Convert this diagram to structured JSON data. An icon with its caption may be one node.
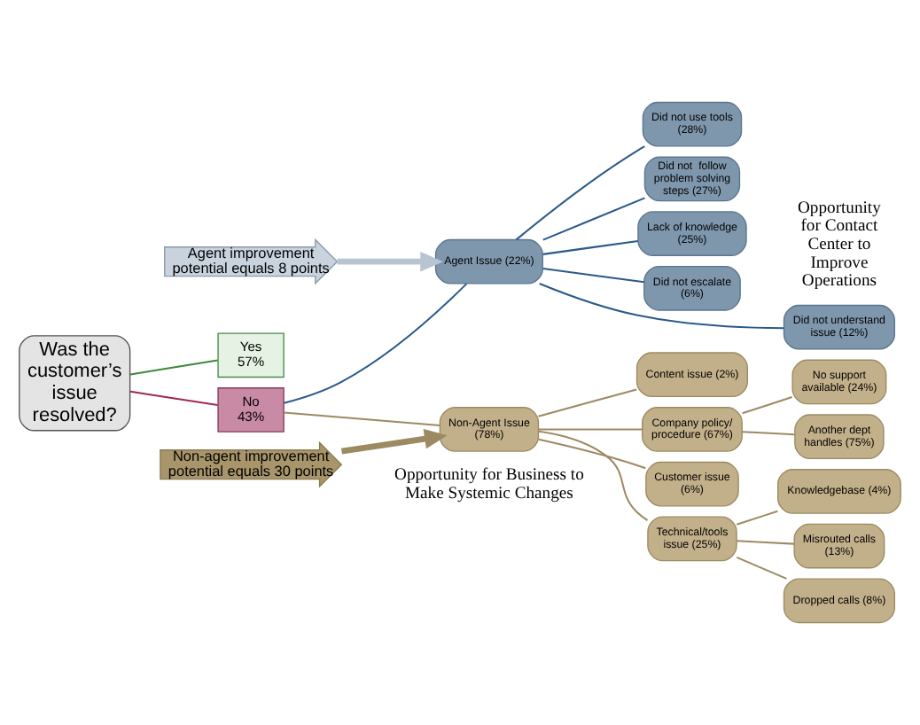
{
  "diagram": {
    "nodes": [
      {
        "text": [
          "Was the customer’s issue resolved?"
        ]
      },
      {
        "text": [
          "No",
          "43%"
        ]
      },
      {
        "text": [
          "Yes",
          "57%"
        ]
      },
      {
        "text": [
          "Agent improvement potential equals 8 points"
        ]
      },
      {
        "text": [
          "Agent Issue (22%)"
        ]
      },
      {
        "text": [
          "Did not understand issue (12%)"
        ]
      },
      {
        "text": [
          "Did not use tools (28%)"
        ]
      },
      {
        "text": [
          "Did not  follow problem solving steps (27%)"
        ]
      },
      {
        "text": [
          "Lack of knowledge (25%)"
        ]
      },
      {
        "text": [
          "Did not escalate (6%)"
        ]
      },
      {
        "text": [
          "Non-agent improvement potential equals 30 points"
        ]
      },
      {
        "text": [
          "Non-Agent Issue (78%)"
        ]
      },
      {
        "text": [
          "Company policy/ procedure (67%)"
        ]
      },
      {
        "text": [
          "Customer issue (6%)"
        ]
      },
      {
        "text": [
          "Technical/tools issue (25%)"
        ]
      },
      {
        "text": [
          "Content issue (2%)"
        ]
      },
      {
        "text": [
          "Another dept handles (75%)"
        ]
      },
      {
        "text": [
          "No support available (24%)"
        ]
      },
      {
        "text": [
          "Misrouted calls (13%)"
        ]
      },
      {
        "text": [
          "Dropped calls (8%)"
        ]
      },
      {
        "text": [
          "Knowledgebase (4%)"
        ]
      }
    ],
    "edges": [
      {
        "from": 0,
        "to": 1,
        "arrow": "none",
        "color": "#a02858"
      },
      {
        "from": 0,
        "to": 2,
        "arrow": "none",
        "color": "#3a8a3a"
      },
      {
        "from": 1,
        "to": 4,
        "arrow": "none",
        "color": "#2a5a8a"
      },
      {
        "from": 1,
        "to": 11,
        "arrow": "none"
      },
      {
        "from": 3,
        "to": 4,
        "arrow": "to",
        "style": "thick",
        "color": "#b8c4d2"
      },
      {
        "from": 4,
        "to": 5,
        "arrow": "none",
        "color": "#2a5a8a"
      },
      {
        "from": 4,
        "to": 6,
        "arrow": "none",
        "color": "#2a5a8a"
      },
      {
        "from": 4,
        "to": 7,
        "arrow": "none",
        "color": "#2a5a8a"
      },
      {
        "from": 4,
        "to": 8,
        "arrow": "none",
        "color": "#2a5a8a"
      },
      {
        "from": 4,
        "to": 9,
        "arrow": "none",
        "color": "#2a5a8a"
      },
      {
        "from": 10,
        "to": 11,
        "arrow": "to",
        "style": "thick",
        "color": "#9c8a62"
      },
      {
        "from": 11,
        "to": 12,
        "arrow": "none"
      },
      {
        "from": 11,
        "to": 13,
        "arrow": "none"
      },
      {
        "from": 11,
        "to": 14,
        "arrow": "none"
      },
      {
        "from": 11,
        "to": 15,
        "arrow": "none"
      },
      {
        "from": 12,
        "to": 16,
        "arrow": "none"
      },
      {
        "from": 12,
        "to": 17,
        "arrow": "none"
      },
      {
        "from": 14,
        "to": 18,
        "arrow": "none"
      },
      {
        "from": 14,
        "to": 19,
        "arrow": "none"
      },
      {
        "from": 14,
        "to": 20,
        "arrow": "none"
      }
    ],
    "labels": [
      "Opportunity for Contact Center to Improve Operations",
      "Opportunity for Business to Make Systemic Changes"
    ]
  }
}
